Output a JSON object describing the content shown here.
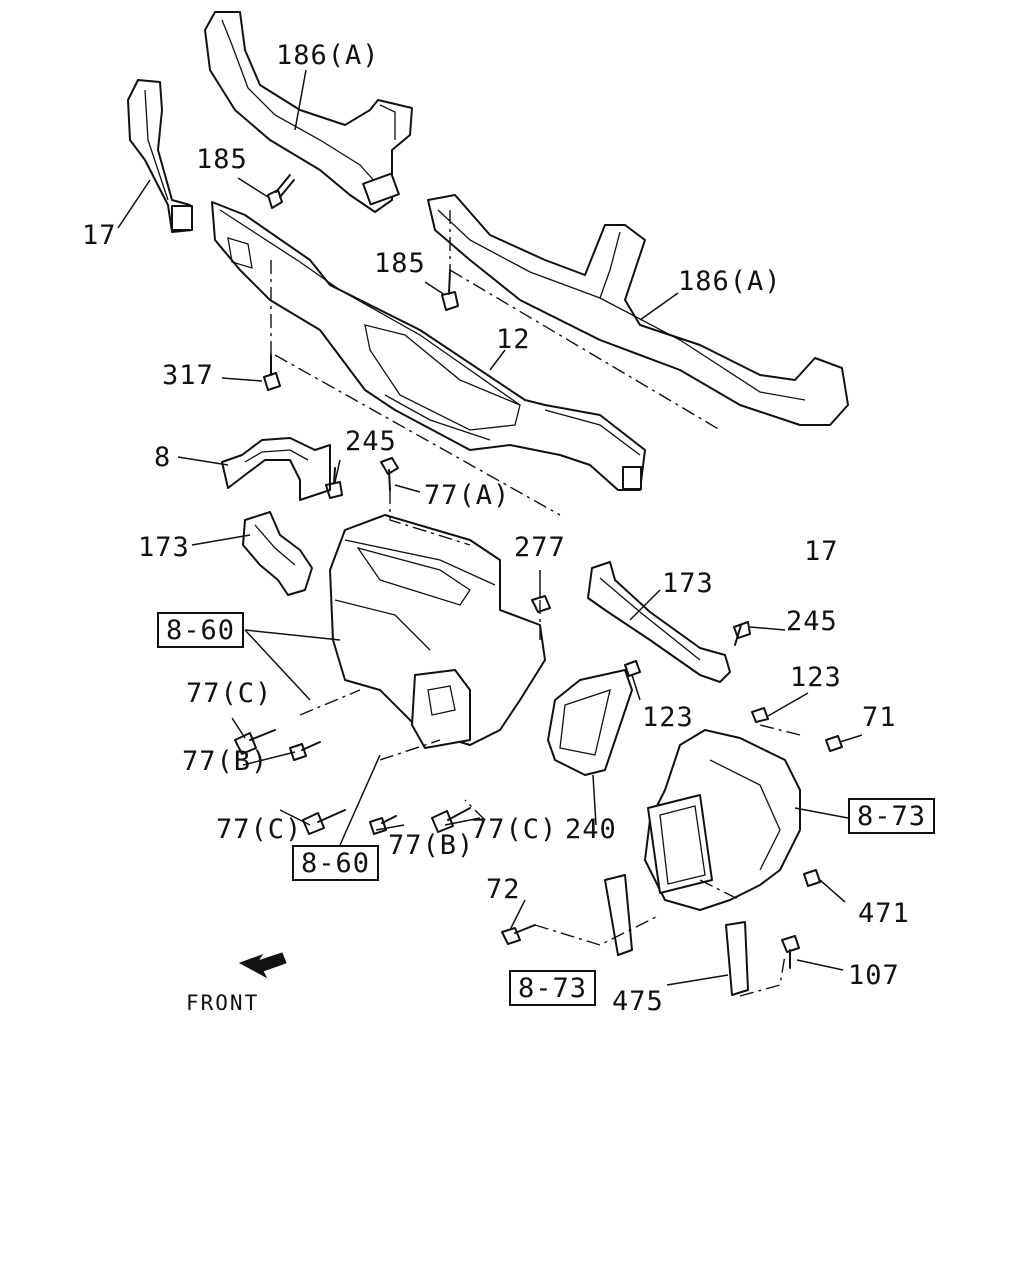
{
  "labels": {
    "duct_upper_left": "186(A)",
    "duct_upper_right": "186(A)",
    "bolt_185_a": "185",
    "bolt_185_b": "185",
    "duct_17_left": "17",
    "duct_17_right": "17",
    "duct_12": "12",
    "bolt_317": "317",
    "duct_8": "8",
    "screw_245_a": "245",
    "screw_245_b": "245",
    "bolt_77a": "77(A)",
    "duct_173_left": "173",
    "duct_173_right": "173",
    "nut_277": "277",
    "ref_8_60_a": "8-60",
    "ref_8_60_b": "8-60",
    "bolt_77c_a": "77(C)",
    "bolt_77c_b": "77(C)",
    "bolt_77c_c": "77(C)",
    "bolt_77b_a": "77(B)",
    "bolt_77b_b": "77(B)",
    "screw_123_a": "123",
    "screw_123_b": "123",
    "nut_71": "71",
    "ref_8_73_a": "8-73",
    "ref_8_73_b": "8-73",
    "part_240": "240",
    "bolt_72": "72",
    "nut_471": "471",
    "bolt_107": "107",
    "bracket_475": "475",
    "front": "FRONT"
  }
}
